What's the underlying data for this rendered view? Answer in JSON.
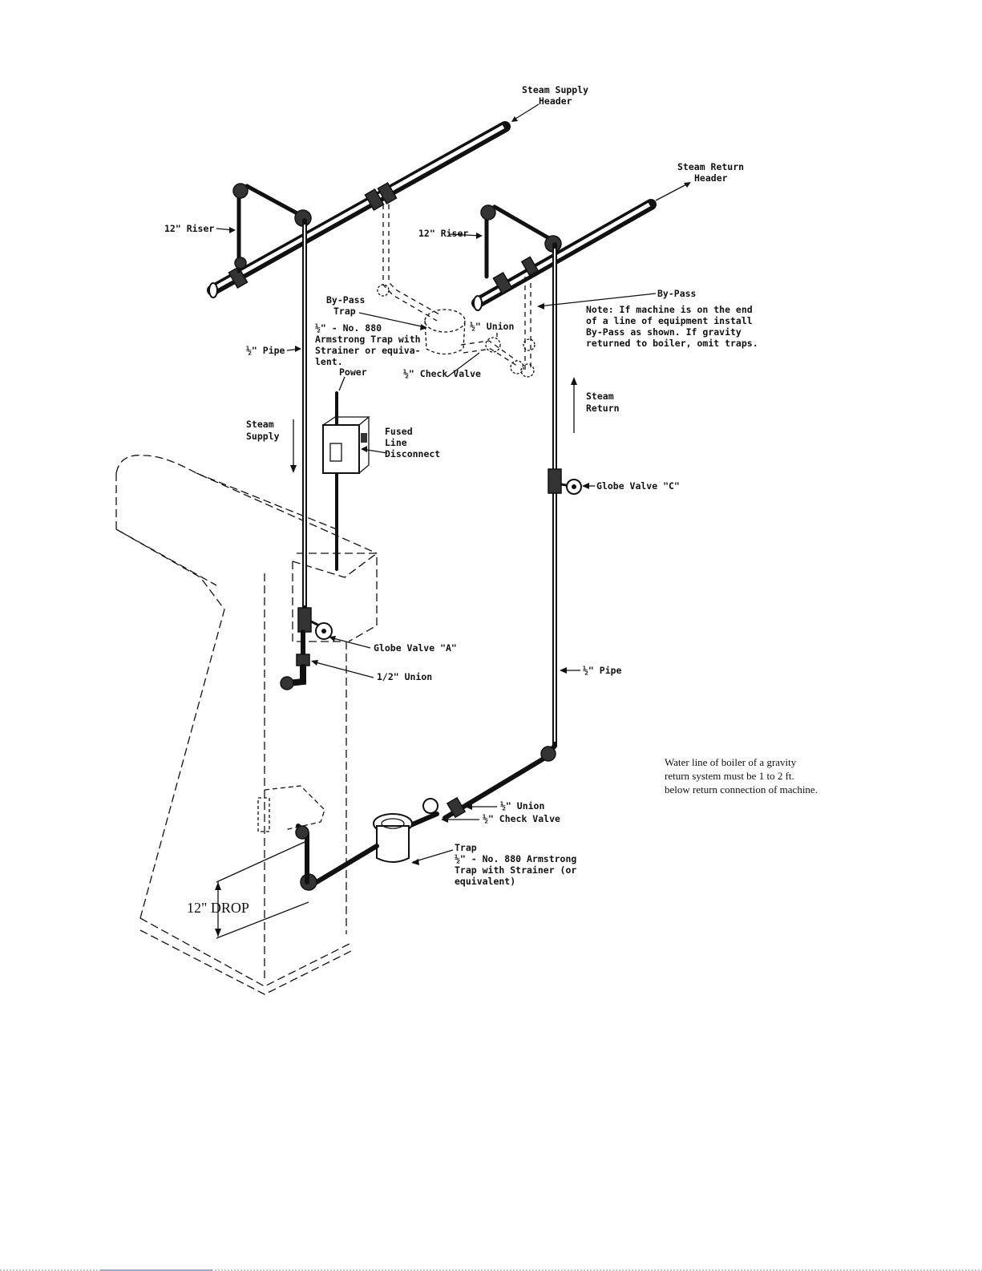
{
  "labels": {
    "steam_supply_header_1": "Steam Supply",
    "steam_supply_header_2": "Header",
    "steam_return_header_1": "Steam Return",
    "steam_return_header_2": "Header",
    "riser_left": "12\" Riser",
    "riser_right": "12\" Riser",
    "bypass_trap_1": "By-Pass",
    "bypass_trap_2": "Trap",
    "bypass_trap_spec_1": "½\" - No. 880",
    "bypass_trap_spec_2": "Armstrong Trap with",
    "bypass_trap_spec_3": "Strainer or equiva-",
    "bypass_trap_spec_4": "lent.",
    "half_union_top": "½\" Union",
    "half_check_valve_top": "½\" Check Valve",
    "bypass_right": "By-Pass",
    "note_1": "Note:  If machine is on the end",
    "note_2": "of a line of equipment install",
    "note_3": "By-Pass as shown.  If gravity",
    "note_4": "returned to boiler, omit traps.",
    "half_pipe_left": "½\" Pipe",
    "power": "Power",
    "fused_1": "Fused",
    "fused_2": "Line",
    "fused_3": "Disconnect",
    "steam_supply_1": "Steam",
    "steam_supply_2": "Supply",
    "steam_return_1": "Steam",
    "steam_return_2": "Return",
    "globe_valve_c": "Globe Valve \"C\"",
    "globe_valve_a": "Globe Valve \"A\"",
    "union_half": "1/2\" Union",
    "half_pipe_right": "½\" Pipe",
    "water_line_1": "Water line of boiler of a gravity",
    "water_line_2": "return system must be 1 to 2 ft.",
    "water_line_3": "below return connection of machine.",
    "half_union_bottom": "½\" Union",
    "half_check_valve_bottom": "½\" Check Valve",
    "trap_bottom_1": "Trap",
    "trap_bottom_2": "½\" - No. 880 Armstrong",
    "trap_bottom_3": "Trap with Strainer (or",
    "trap_bottom_4": "equivalent)",
    "drop": "12\" DROP"
  }
}
